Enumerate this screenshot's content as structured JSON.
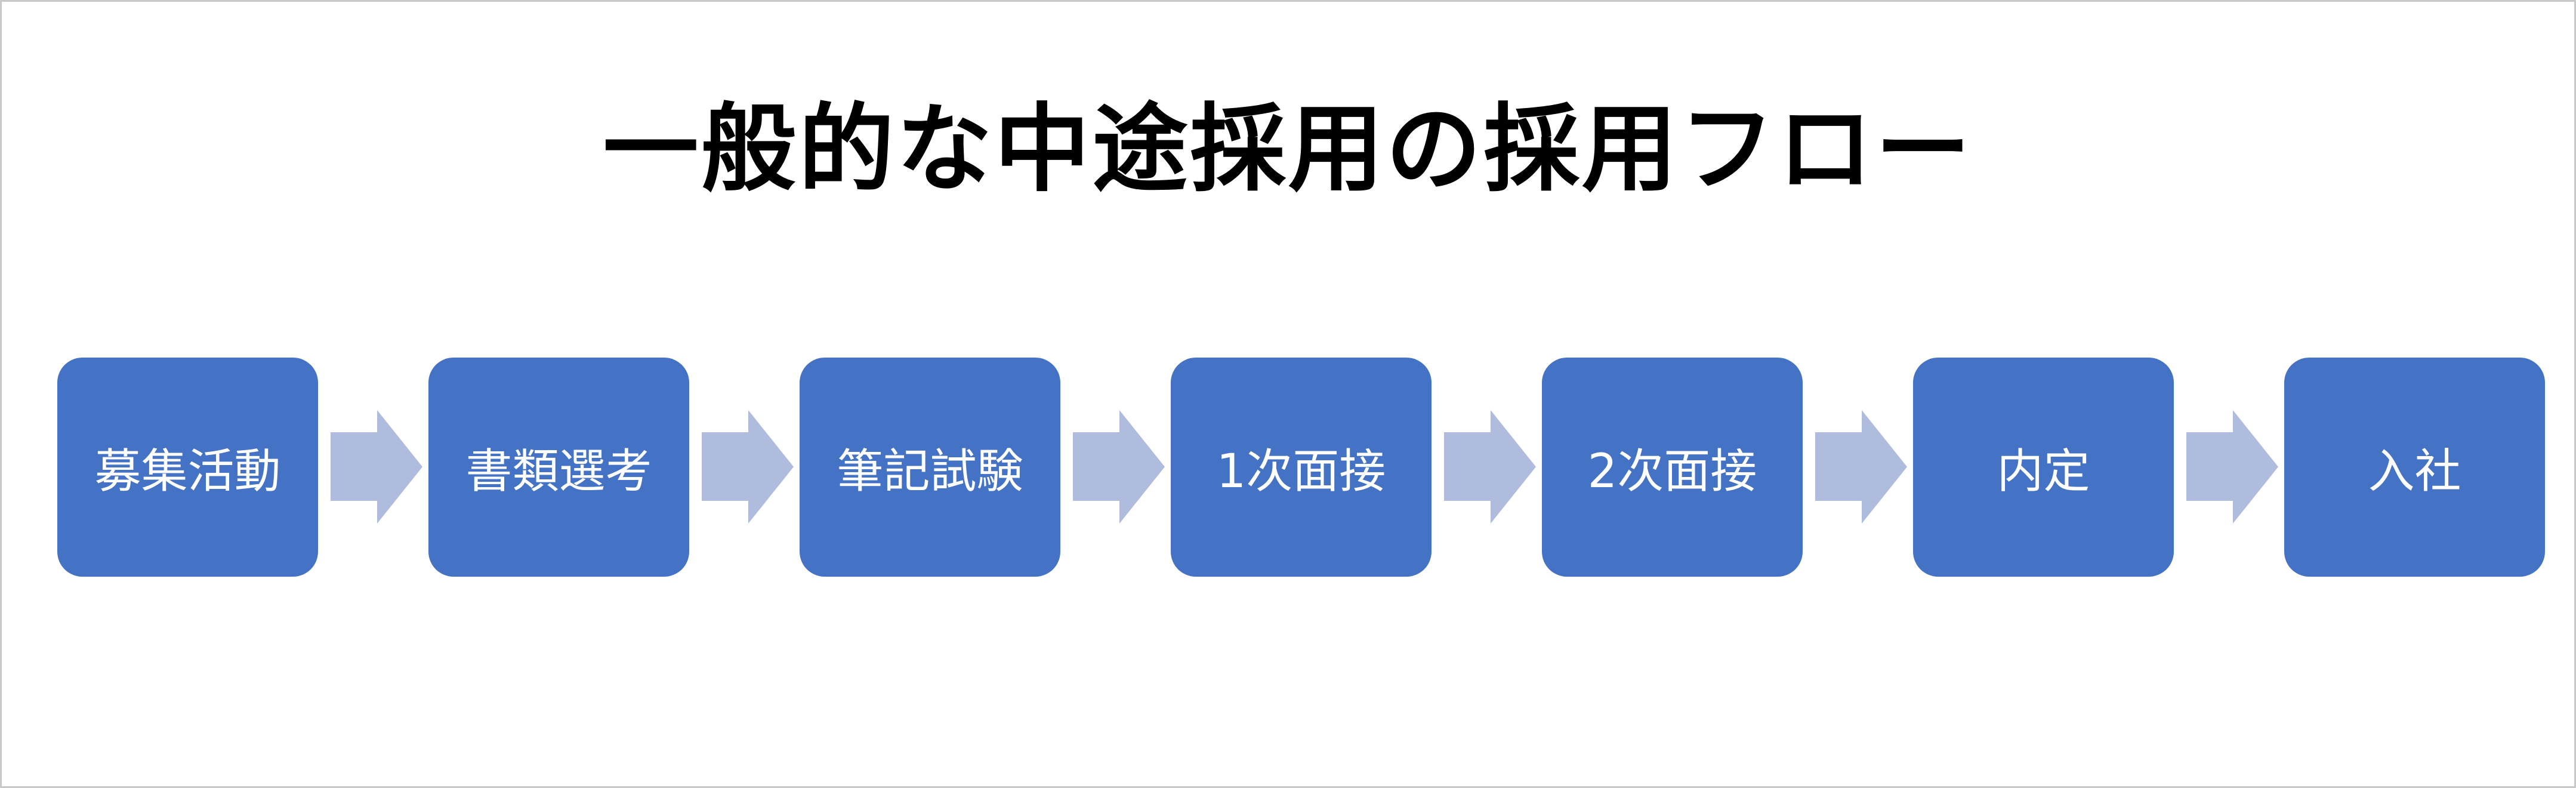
{
  "title": "一般的な中途採用の採用フロー",
  "steps": [
    {
      "label": "募集活動"
    },
    {
      "label": "書類選考"
    },
    {
      "label": "筆記試験"
    },
    {
      "label": "1次面接"
    },
    {
      "label": "2次面接"
    },
    {
      "label": "内定"
    },
    {
      "label": "入社"
    }
  ],
  "colors": {
    "box": "#4472C4",
    "arrow": "#B0BCDE",
    "text": "#FFFFFF"
  }
}
